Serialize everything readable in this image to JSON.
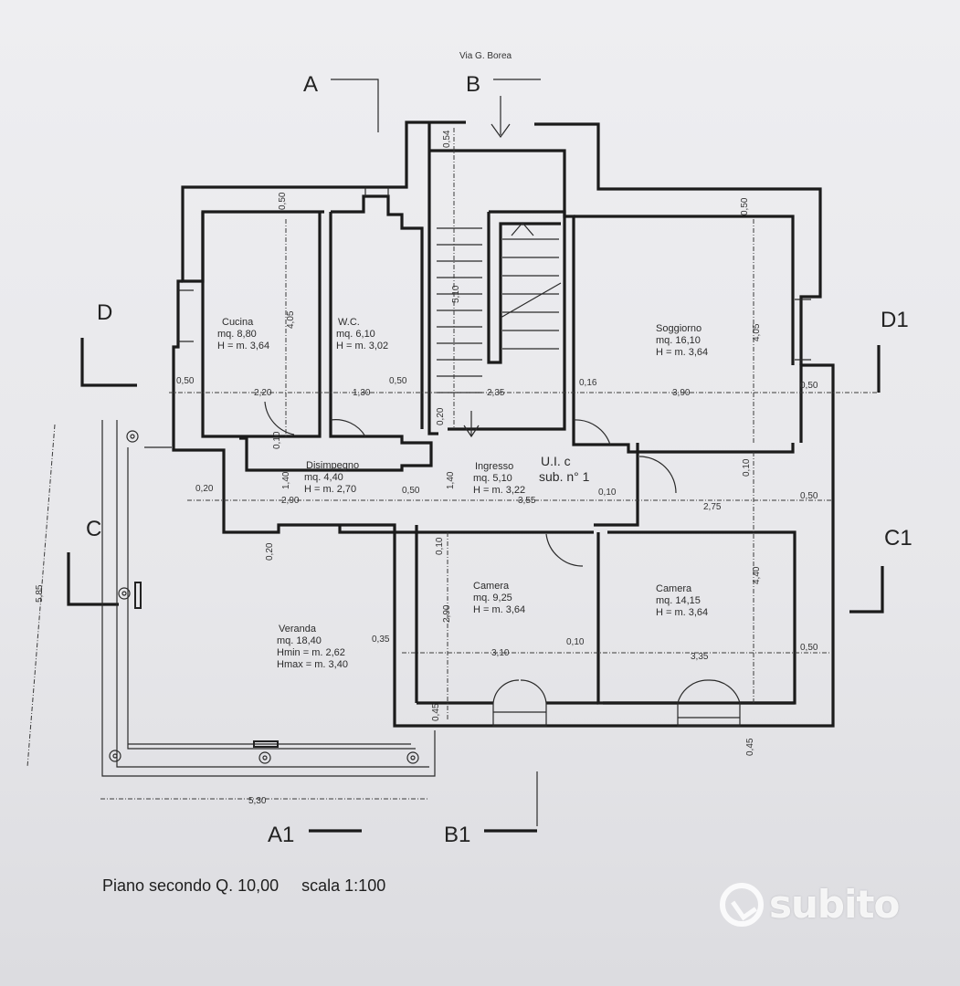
{
  "street": "Via G. Borea",
  "section_marks": {
    "a": "A",
    "b": "B",
    "a1": "A1",
    "b1": "B1",
    "c": "C",
    "c1": "C1",
    "d": "D",
    "d1": "D1"
  },
  "rooms": {
    "cucina": {
      "name": "Cucina",
      "area": "mq. 8,80",
      "height": "H = m. 3,64"
    },
    "wc": {
      "name": "W.C.",
      "area": "mq. 6,10",
      "height": "H = m. 3,02"
    },
    "soggiorno": {
      "name": "Soggiorno",
      "area": "mq. 16,10",
      "height": "H = m. 3,64"
    },
    "disimpegno": {
      "name": "Disimpegno",
      "area": "mq. 4,40",
      "height": "H = m. 2,70"
    },
    "ingresso": {
      "name": "Ingresso",
      "area": "mq. 5,10",
      "height": "H = m. 3,22"
    },
    "camera1": {
      "name": "Camera",
      "area": "mq. 9,25",
      "height": "H = m. 3,64"
    },
    "camera2": {
      "name": "Camera",
      "area": "mq. 14,15",
      "height": "H = m. 3,64"
    },
    "veranda": {
      "name": "Veranda",
      "area": "mq. 18,40",
      "hmin": "Hmin = m. 2,62",
      "hmax": "Hmax = m. 3,40"
    }
  },
  "unit": {
    "line1": "U.I. c",
    "line2": "sub. n° 1"
  },
  "dimensions": {
    "d054": "0,54",
    "d050top": "0,50",
    "d050topr": "0,50",
    "d510": "5,10",
    "d405l": "4,05",
    "d405r": "4,05",
    "d050a": "0,50",
    "d220": "2,20",
    "d130": "1,30",
    "d050b": "0,50",
    "d235": "2,35",
    "d016": "0,16",
    "d390": "3,90",
    "d050c": "0,50",
    "d020a": "0,20",
    "d010a": "0,10",
    "d020b": "0,20",
    "d140a": "1,40",
    "d290a": "2,90",
    "d050d": "0,50",
    "d140b": "1,40",
    "d355": "3,55",
    "d010b": "0,10",
    "d275": "2,75",
    "d050e": "0,50",
    "d010c": "0,10",
    "d020c": "0,20",
    "d010d": "0,10",
    "d290b": "2,90",
    "d440": "4,40",
    "d035": "0,35",
    "d310": "3,10",
    "d010e": "0,10",
    "d335": "3,35",
    "d050f": "0,50",
    "d045a": "0,45",
    "d045b": "0,45",
    "d585": "5,85",
    "d530": "5,30"
  },
  "caption": "Piano secondo Q. 10,00     scala 1:100",
  "watermark": "subito"
}
